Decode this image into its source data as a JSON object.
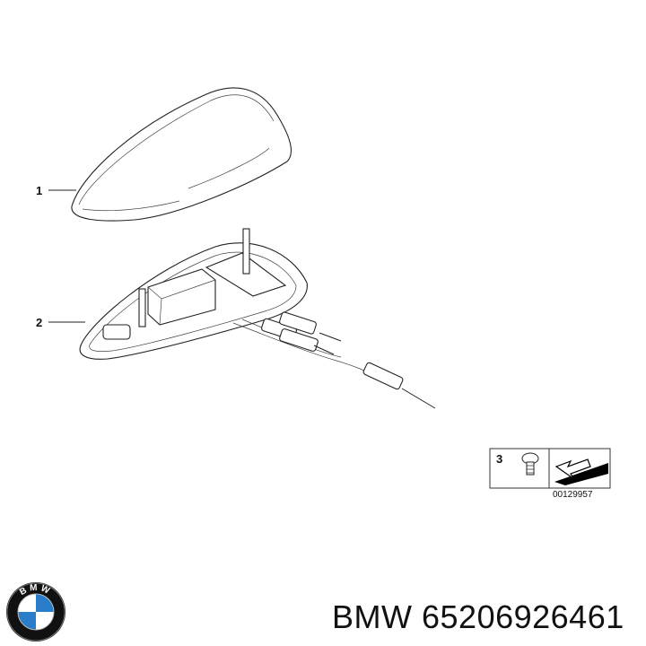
{
  "callouts": {
    "part1": "1",
    "part2": "2",
    "part3": "3"
  },
  "reference_number": "00129957",
  "logo_text": "BMW",
  "caption": {
    "brand": "BMW",
    "part_number": "65206926461"
  },
  "colors": {
    "logo_blue": "#2a7ec9",
    "logo_ring": "#111111",
    "logo_white": "#ffffff"
  }
}
